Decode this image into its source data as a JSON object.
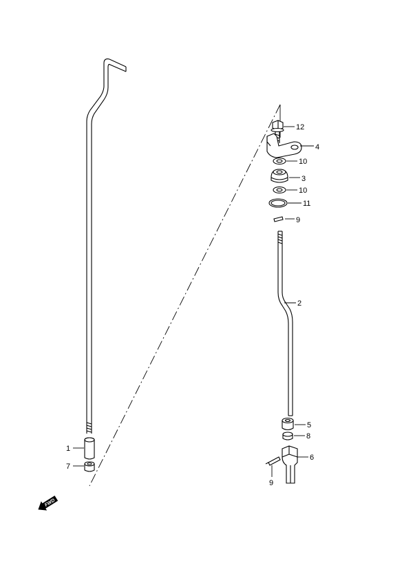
{
  "diagram": {
    "callouts": {
      "c1": "1",
      "c2": "2",
      "c3": "3",
      "c4": "4",
      "c5": "5",
      "c6": "6",
      "c7": "7",
      "c8": "8",
      "c9a": "9",
      "c9b": "9",
      "c10a": "10",
      "c10b": "10",
      "c11": "11",
      "c12": "12"
    },
    "fwd_badge": {
      "label": "FWD",
      "icon": "forward-arrow-icon"
    }
  }
}
